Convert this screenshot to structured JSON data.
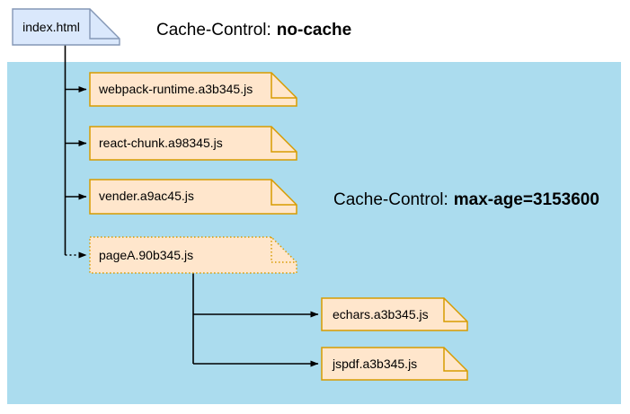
{
  "diagram": {
    "index_node": {
      "label": "index.html"
    },
    "no_cache_label": {
      "prefix": "Cache-Control:",
      "value": "no-cache"
    },
    "max_age_label": {
      "prefix": "Cache-Control:",
      "value": "max-age=3153600"
    },
    "bundles": [
      {
        "label": "webpack-runtime.a3b345.js"
      },
      {
        "label": "react-chunk.a98345.js"
      },
      {
        "label": "vender.a9ac45.js"
      },
      {
        "label": "pageA.90b345.js"
      }
    ],
    "async_chunks": [
      {
        "label": "echars.a3b345.js"
      },
      {
        "label": "jspdf.a3b345.js"
      }
    ],
    "colors": {
      "cached_zone_fill": "#abdcee",
      "js_note_fill": "#ffe6cc",
      "js_note_stroke": "#d79b00",
      "html_note_fill": "#dae8fc",
      "html_note_stroke": "#8497b6",
      "connector": "#000000",
      "text": "#000000"
    }
  }
}
